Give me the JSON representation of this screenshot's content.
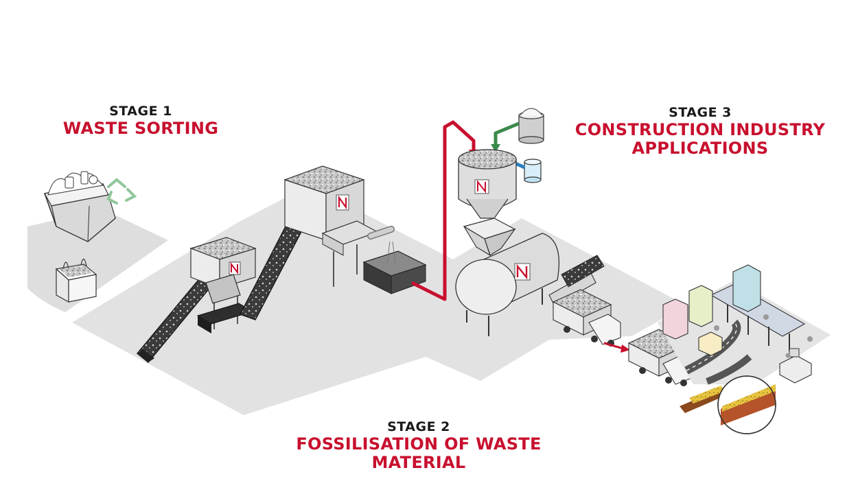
{
  "stages": [
    {
      "number": "STAGE 1",
      "title": "WASTE SORTING"
    },
    {
      "number": "STAGE 2",
      "title": "FOSSILISATION OF WASTE MATERIAL"
    },
    {
      "number": "STAGE 3",
      "title": "CONSTRUCTION INDUSTRY APPLICATIONS"
    }
  ],
  "colors": {
    "accent": "#c8102e",
    "floor": "#e3e3e3",
    "text": "#1a1a1a",
    "green_pipe": "#3a8a4a",
    "blue_pipe": "#2a7fc0"
  },
  "icons": [
    "recycle-icon",
    "brand-logo-icon"
  ]
}
